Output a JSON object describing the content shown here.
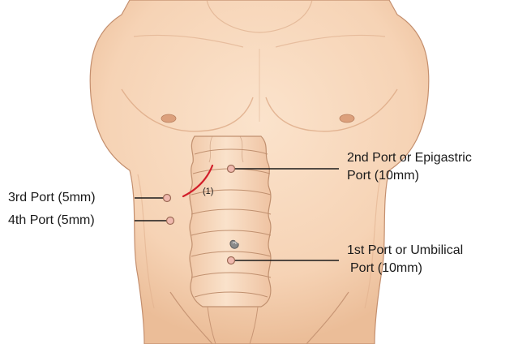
{
  "labels": {
    "port_2_line1": "2nd Port or Epigastric",
    "port_2_line2": "Port (10mm)",
    "port_3": "3rd Port (5mm)",
    "port_4": "4th Port (5mm)",
    "port_1_line1": "1st Port or Umbilical",
    "port_1_line2": "Port (10mm)",
    "incision_marker": "(1)"
  },
  "colors": {
    "skin": "#f8d9bf",
    "skin_shadow": "#e6b493",
    "outline": "#c48f6e",
    "bowel": "#f6d6bc",
    "bowel_outline": "#c0906f",
    "incision": "#d21f2a",
    "leader_line": "#1a1a1a",
    "port_fill": "#efb8ae",
    "port_outline": "#9c6a55"
  },
  "icons": [
    "port-marker-icon",
    "umbilicus-icon",
    "nipple-icon"
  ]
}
